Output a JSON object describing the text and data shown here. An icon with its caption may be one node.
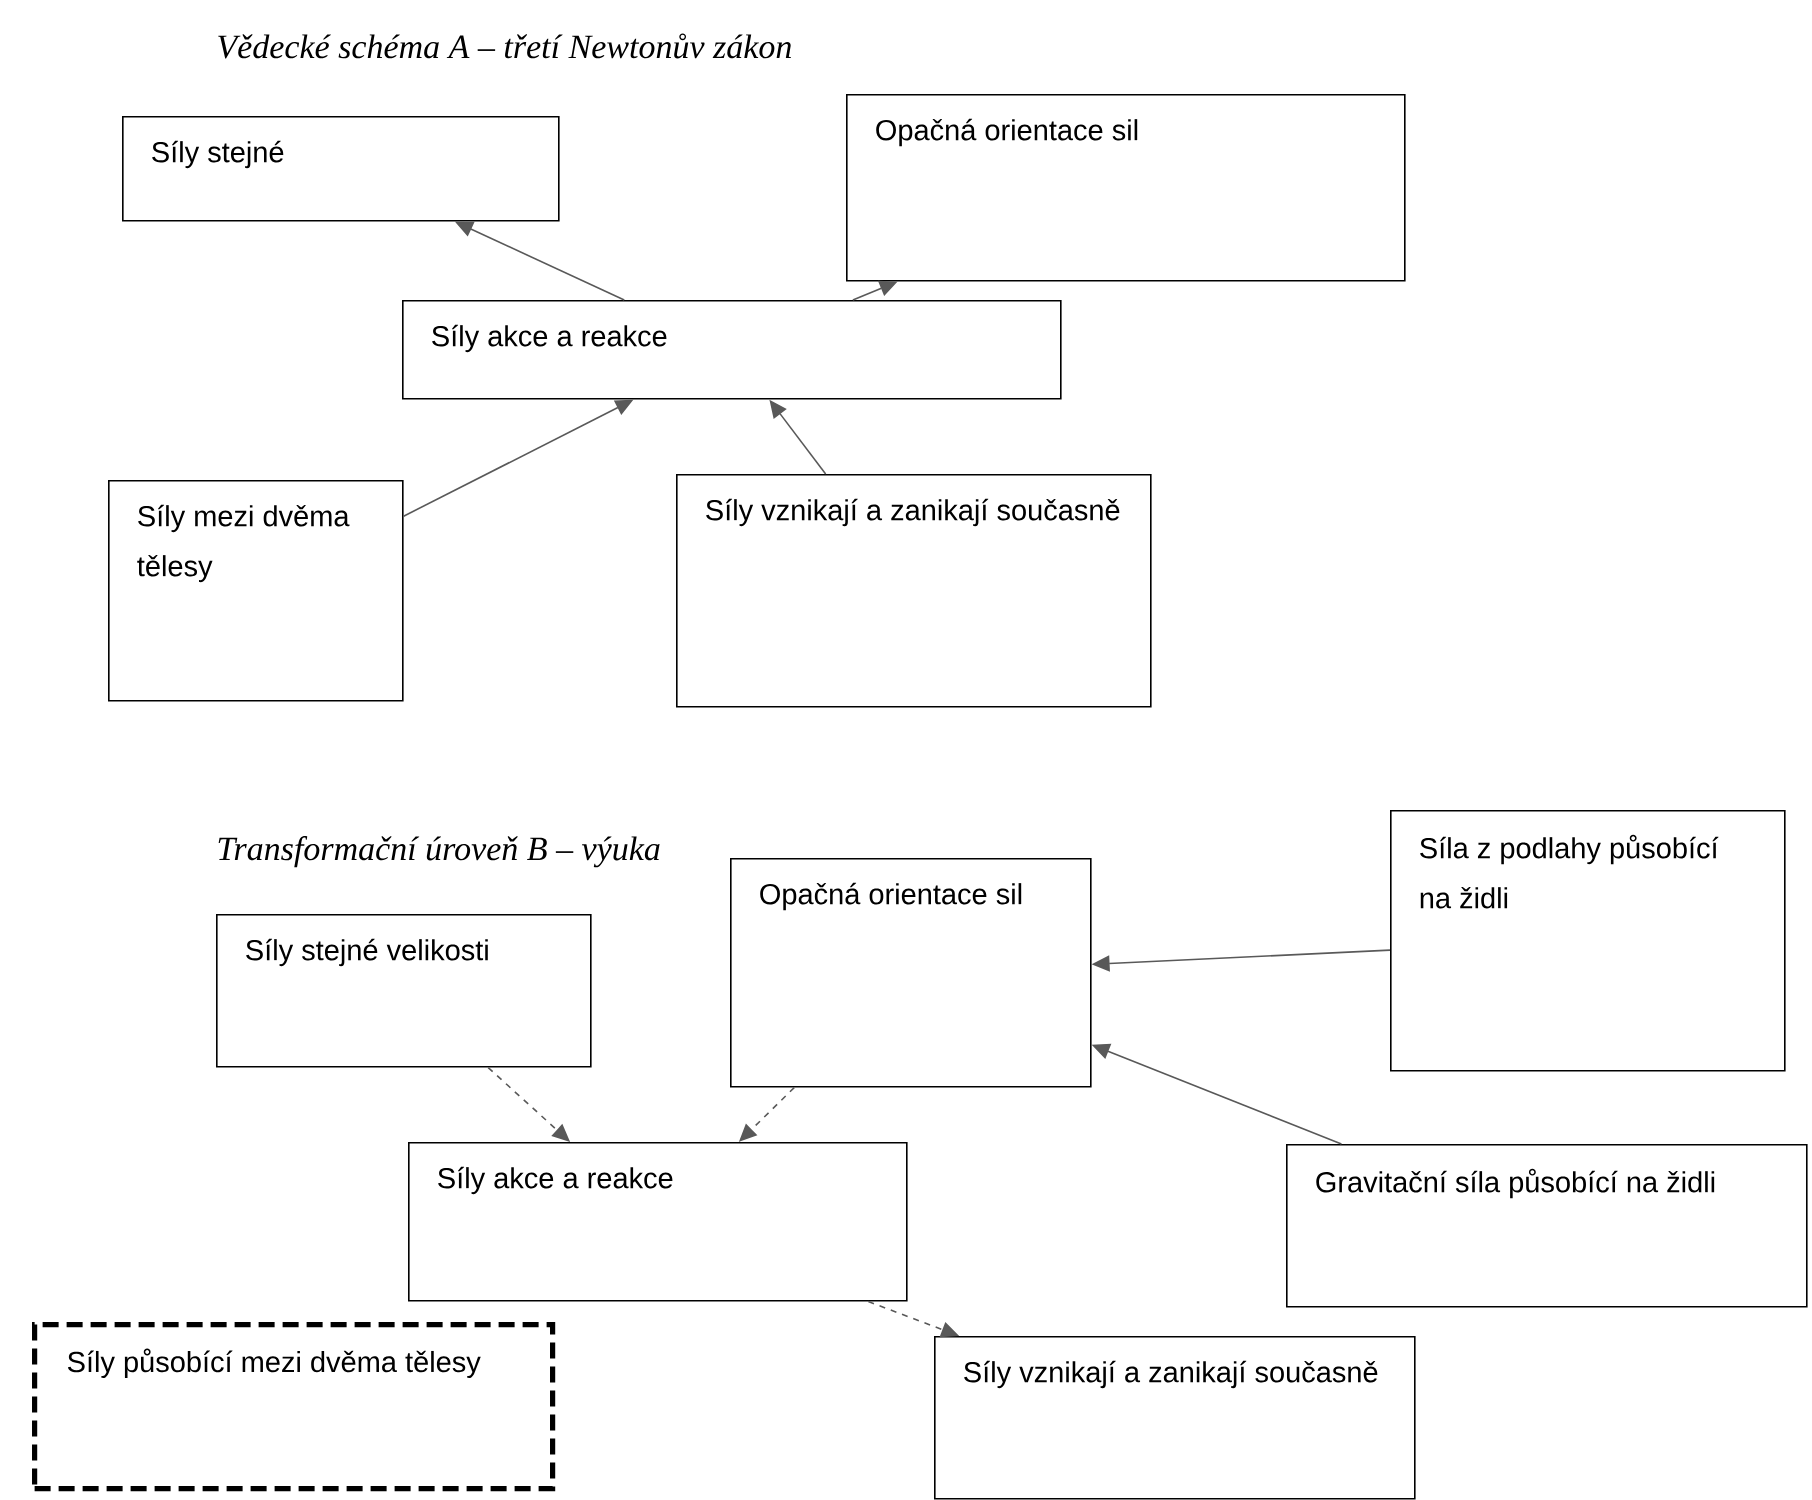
{
  "diagram": {
    "title": "Vědecké schéma A – třetí Newtonův zákon",
    "nodes": [
      {
        "text": [
          "Síly stejné"
        ]
      },
      {
        "text": [
          "Opačná orientace sil"
        ]
      },
      {
        "text": [
          "Síly akce a reakce"
        ]
      },
      {
        "text": [
          "Síly mezi dvěma tělesy"
        ]
      },
      {
        "text": [
          "Síly vznikají a zanikají současně"
        ]
      },
      {
        "text": [
          "Opačná orientace sil"
        ]
      },
      {
        "text": [
          "Síla z podlahy působící na židli"
        ]
      },
      {
        "text": [
          "Síly stejné velikosti"
        ]
      },
      {
        "text": [
          "Síly akce a reakce"
        ]
      },
      {
        "text": [
          "Gravitační síla působící na židli"
        ]
      },
      {
        "text": [
          "Síly působící mezi dvěma tělesy"
        ]
      },
      {
        "text": [
          "Síly vznikají a zanikají současně"
        ]
      }
    ],
    "edges": [
      {
        "from": 2,
        "to": 0,
        "arrow": "to"
      },
      {
        "from": 2,
        "to": 1,
        "arrow": "to"
      },
      {
        "from": 3,
        "to": 2,
        "arrow": "to"
      },
      {
        "from": 4,
        "to": 2,
        "arrow": "to"
      },
      {
        "from": 7,
        "to": 8,
        "arrow": "to",
        "style": "dashed"
      },
      {
        "from": 5,
        "to": 8,
        "arrow": "to",
        "style": "dashed"
      },
      {
        "from": 6,
        "to": 5,
        "arrow": "to"
      },
      {
        "from": 9,
        "to": 5,
        "arrow": "to"
      },
      {
        "from": 8,
        "to": 11,
        "arrow": "to",
        "style": "dashed"
      }
    ],
    "labels": [
      "Transformační úroveň B – výuka"
    ]
  }
}
